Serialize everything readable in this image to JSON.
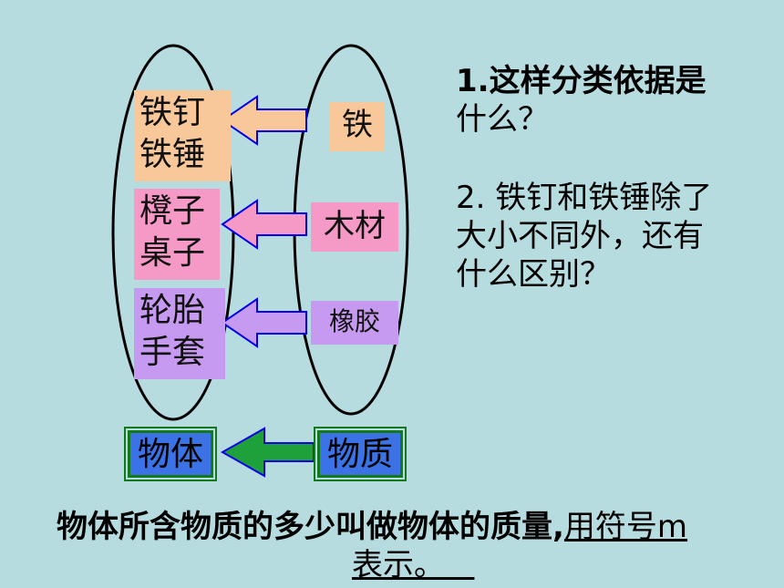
{
  "left_items": [
    {
      "line1": "铁钉",
      "line2": "铁锤",
      "color": "#f8c79a"
    },
    {
      "line1": "櫈子",
      "line2": "桌子",
      "color": "#f59ac6"
    },
    {
      "line1": "轮胎",
      "line2": "手套",
      "color": "#c59af0"
    }
  ],
  "right_items": [
    {
      "label": "铁",
      "color": "#f8c79a"
    },
    {
      "label": "木材",
      "color": "#f59ac6"
    },
    {
      "label": "橡胶",
      "color": "#c59af0"
    }
  ],
  "bottom_left": "物体",
  "bottom_right": "物质",
  "questions": {
    "q1_line1": "1.这样分类依据是",
    "q1_line2": "什么？",
    "q2_line1": "2. 铁钉和铁锤除了",
    "q2_line2": "大小不同外，还有",
    "q2_line3": "什么区别？"
  },
  "definition": {
    "part1": "物体所含物质的多少叫做物体的质量,",
    "part2": "用符号m",
    "part3": "表示。"
  },
  "colors": {
    "background": "#b7dcdf",
    "arrow_outline": "#0000ee",
    "bottom_box": "#3b73e6",
    "bottom_border": "#137a1b",
    "bottom_arrow": "#1ea13a"
  }
}
